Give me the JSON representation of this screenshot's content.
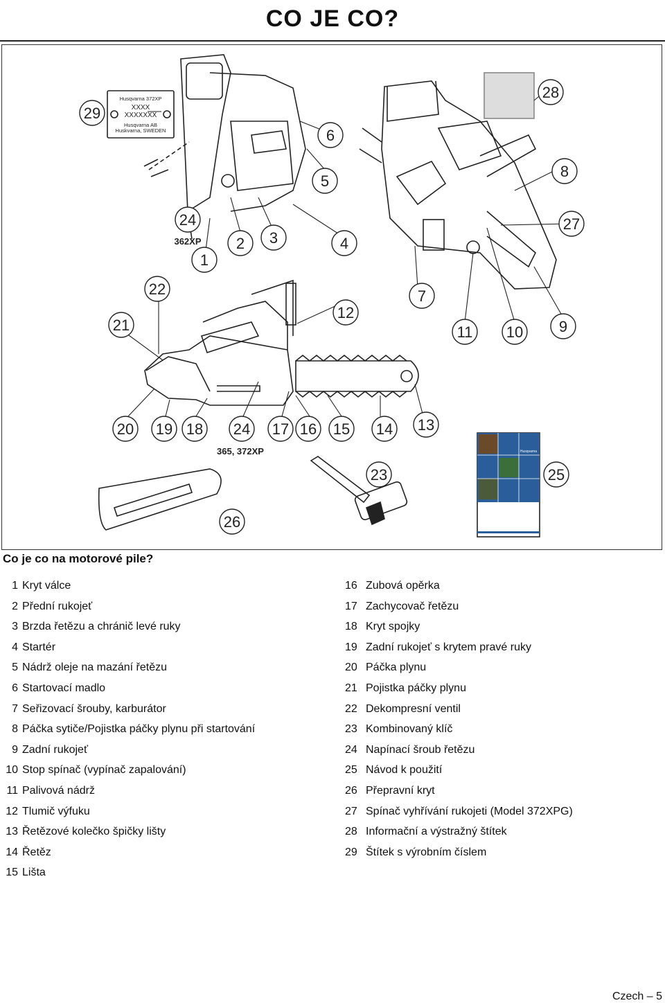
{
  "title": "CO JE CO?",
  "figure": {
    "callouts": [
      "29",
      "28",
      "6",
      "8",
      "5",
      "27",
      "24",
      "2",
      "3",
      "4",
      "1",
      "22",
      "7",
      "12",
      "21",
      "11",
      "10",
      "9",
      "20",
      "19",
      "18",
      "24",
      "17",
      "16",
      "15",
      "14",
      "13",
      "23",
      "25",
      "26"
    ],
    "model_labels": [
      "362XP",
      "365, 372XP"
    ],
    "rating_plate": [
      "Husqvarna 372XP",
      "XXXX",
      "XXXXXXX",
      "Husqvarna AB",
      "Huskvarna, SWEDEN"
    ],
    "manual_brand": "Husqvarna"
  },
  "section_heading": "Co je co na motorové pile?",
  "parts_left": [
    {
      "num": "1",
      "label": "Kryt válce"
    },
    {
      "num": "2",
      "label": "Přední rukojeť"
    },
    {
      "num": "3",
      "label": "Brzda řetězu a chránič levé ruky"
    },
    {
      "num": "4",
      "label": "Startér"
    },
    {
      "num": "5",
      "label": "Nádrž oleje na mazání řetězu"
    },
    {
      "num": "6",
      "label": "Startovací madlo"
    },
    {
      "num": "7",
      "label": "Seřizovací šrouby, karburátor"
    },
    {
      "num": "8",
      "label": "Páčka sytiče/Pojistka páčky plynu při startování"
    },
    {
      "num": "9",
      "label": "Zadní rukojeť"
    },
    {
      "num": "10",
      "label": "Stop spínač (vypínač zapalování)"
    },
    {
      "num": "11",
      "label": "Palivová nádrž"
    },
    {
      "num": "12",
      "label": "Tlumič výfuku"
    },
    {
      "num": "13",
      "label": "Řetězové kolečko špičky lišty"
    },
    {
      "num": "14",
      "label": "Řetěz"
    },
    {
      "num": "15",
      "label": "Lišta"
    }
  ],
  "parts_right": [
    {
      "num": "16",
      "label": "Zubová opěrka"
    },
    {
      "num": "17",
      "label": "Zachycovač řetězu"
    },
    {
      "num": "18",
      "label": "Kryt spojky"
    },
    {
      "num": "19",
      "label": "Zadní rukojeť s krytem pravé ruky"
    },
    {
      "num": "20",
      "label": "Páčka plynu"
    },
    {
      "num": "21",
      "label": "Pojistka páčky plynu"
    },
    {
      "num": "22",
      "label": "Dekompresní ventil"
    },
    {
      "num": "23",
      "label": "Kombinovaný klíč"
    },
    {
      "num": "24",
      "label": "Napínací šroub řetězu"
    },
    {
      "num": "25",
      "label": "Návod k použití"
    },
    {
      "num": "26",
      "label": "Přepravní kryt"
    },
    {
      "num": "27",
      "label": "Spínač vyhřívání rukojeti (Model 372XPG)"
    },
    {
      "num": "28",
      "label": "Informační a výstražný štítek"
    },
    {
      "num": "29",
      "label": "Štítek s výrobním číslem"
    }
  ],
  "footer": "Czech – 5"
}
